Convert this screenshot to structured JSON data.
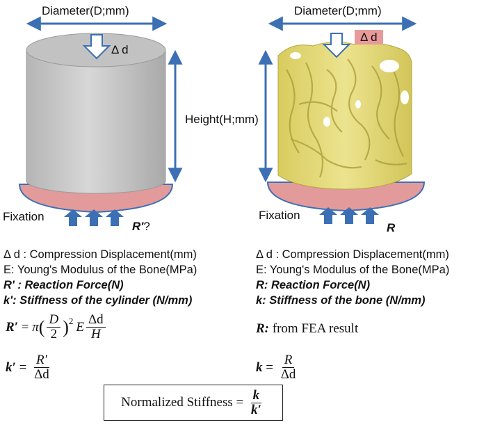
{
  "left": {
    "diameter_label": "Diameter(D;mm)",
    "delta_d_label": "Δ d",
    "fixation_label": "Fixation",
    "reaction_label": "R'",
    "reaction_suffix": "?"
  },
  "right": {
    "diameter_label": "Diameter(D;mm)",
    "delta_d_label": "Δ d",
    "height_label": "Height(H;mm)",
    "fixation_label": "Fixation",
    "reaction_label": "R"
  },
  "legend_left": {
    "line1": "Δ d : Compression Displacement(mm)",
    "line2": "E: Young's Modulus of the Bone(MPa)",
    "line3": "R' : Reaction Force(N)",
    "line4": "k': Stiffness of the cylinder (N/mm)"
  },
  "legend_right": {
    "line1": "Δ d : Compression Displacement(mm)",
    "line2": "E: Young's Modulus of the Bone(MPa)",
    "line3": "R: Reaction Force(N)",
    "line4": "k: Stiffness of the bone (N/mm)"
  },
  "formulas": {
    "R_prime_lhs": "R′",
    "pi": "π",
    "D": "D",
    "two": "2",
    "exp": "2",
    "E": "E",
    "delta_d": "Δd",
    "H": "H",
    "k_prime_lhs": "k′",
    "R_prime": "R′",
    "fea_R": "R:",
    "fea_text": " from FEA result",
    "k_lhs": "k",
    "R": "R"
  },
  "normalized": {
    "label": "Normalized Stiffness",
    "num": "k",
    "den": "k′"
  },
  "colors": {
    "arrow_blue": "#3c6fb4",
    "fixation_pink": "#e29a9a",
    "cylinder_gray": "#c9c9c9",
    "bone_yellow": "#e6dc7c"
  }
}
